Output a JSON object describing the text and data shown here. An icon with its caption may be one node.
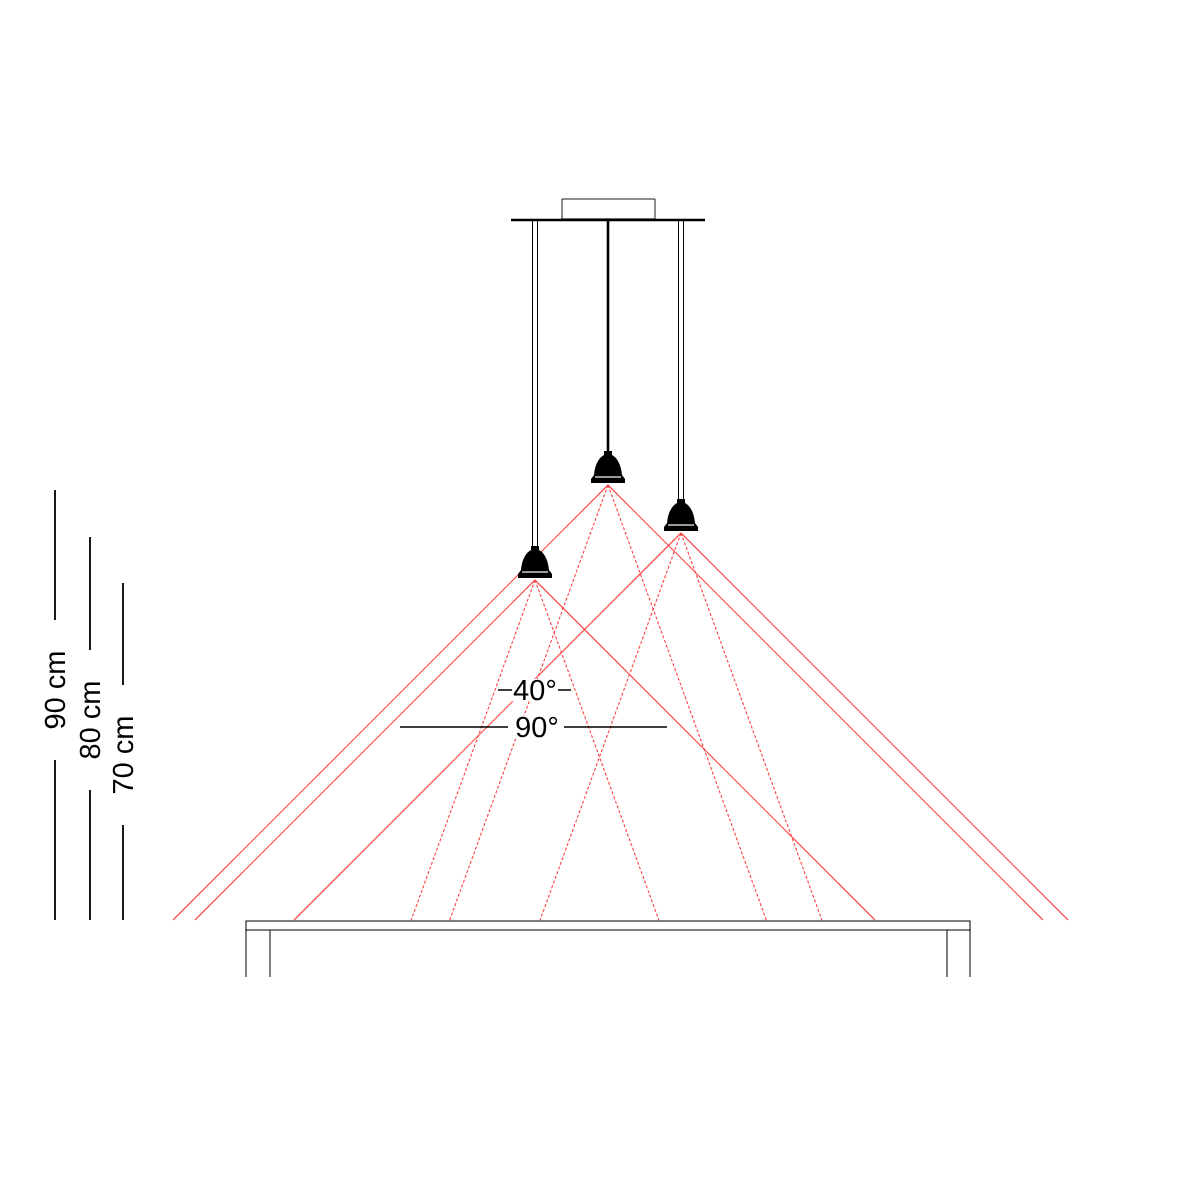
{
  "diagram": {
    "labels": [
      "90 cm",
      "80 cm",
      "70 cm",
      "40°",
      "90°"
    ]
  }
}
